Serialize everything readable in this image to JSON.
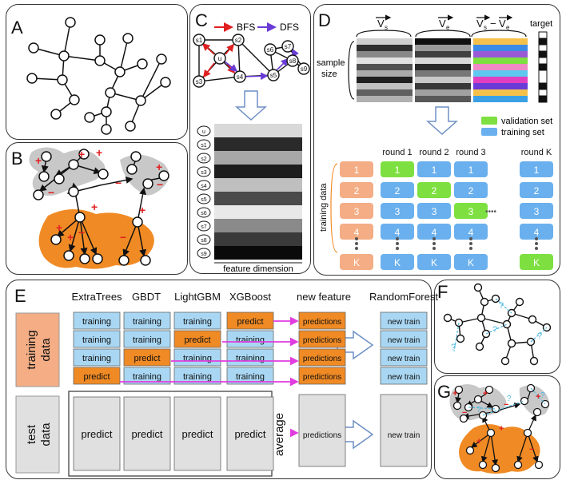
{
  "panels": {
    "A": {
      "label": "A"
    },
    "B": {
      "label": "B"
    },
    "C": {
      "label": "C",
      "bfs": "BFS",
      "dfs": "DFS",
      "feature_dimension": "feature dimension",
      "node_u": "u",
      "nodes": [
        "s1",
        "s2",
        "s3",
        "s4",
        "s5",
        "s6",
        "s7",
        "s8",
        "s9"
      ],
      "row_labels": [
        "u",
        "s1",
        "s2",
        "s3",
        "s4",
        "s5",
        "s6",
        "s7",
        "s8",
        "s9"
      ]
    },
    "D": {
      "label": "D",
      "vs": "V",
      "vs_sub": "s",
      "ve": "V",
      "ve_sub": "e",
      "diff": "V",
      "target": "target",
      "sample_size_1": "sample",
      "sample_size_2": "size",
      "validation_set": "validation set",
      "training_set": "training set",
      "training_data": "training data",
      "rounds": [
        "round 1",
        "round 2",
        "round 3",
        "round K"
      ],
      "rows": [
        "1",
        "2",
        "3",
        "4",
        "K"
      ],
      "dots": "••••"
    },
    "E": {
      "label": "E",
      "models": [
        "ExtraTrees",
        "GBDT",
        "LightGBM",
        "XGBoost"
      ],
      "new_feature": "new feature",
      "random_forest": "RandomForest",
      "training_data_1": "training",
      "training_data_2": "data",
      "test_data_1": "test",
      "test_data_2": "data",
      "training": "training",
      "predict": "predict",
      "predictions": "predictions",
      "new_train": "new train",
      "average": "average"
    },
    "F": {
      "label": "F"
    },
    "G": {
      "label": "G"
    }
  },
  "colors": {
    "orange": "#f08a24",
    "blue": "#a9d7f3",
    "green": "#7ee040",
    "salmon": "#f4ad85",
    "magenta": "#e03ce0",
    "gray": "#e0e0e0",
    "red": "#e02020",
    "purple": "#6a3bd6"
  }
}
